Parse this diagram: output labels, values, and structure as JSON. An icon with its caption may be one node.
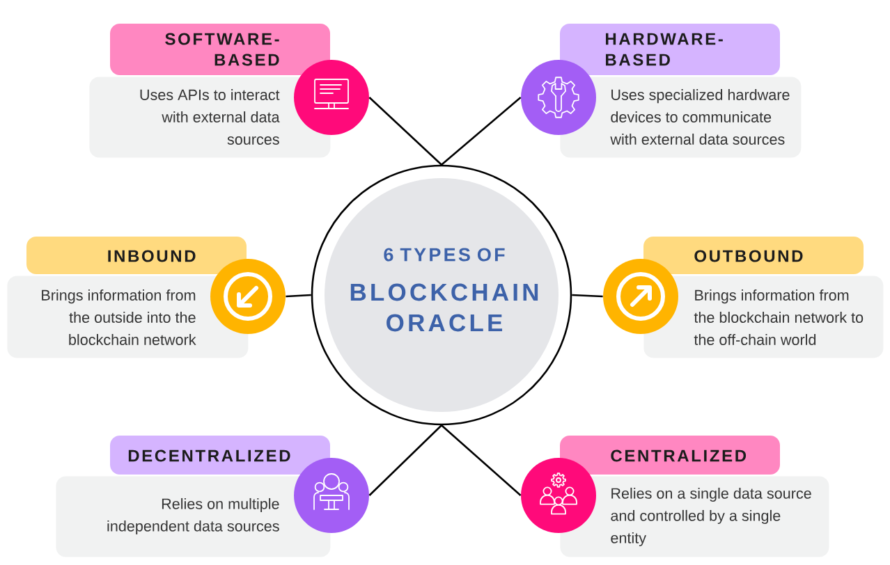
{
  "diagram": {
    "nodes": [
      {
        "text": [
          "6 TYPES OF",
          "BLOCKCHAIN ORACLE"
        ]
      },
      {
        "text": [
          "SOFTWARE-BASED",
          "Uses APIs to interact with external data sources"
        ]
      },
      {
        "text": [],
        "shape": "circle"
      },
      {
        "text": [
          "HARDWARE-BASED",
          "Uses specialized hardware devices to communicate with external data sources"
        ]
      },
      {
        "text": [],
        "shape": "circle"
      },
      {
        "text": [
          "INBOUND",
          "Brings information from the outside into the blockchain network"
        ]
      },
      {
        "text": [],
        "shape": "circle"
      },
      {
        "text": [
          "OUTBOUND",
          "Brings information from the blockchain network to the off-chain world"
        ]
      },
      {
        "text": [],
        "shape": "circle"
      },
      {
        "text": [
          "DECENTRALIZED",
          "Relies on multiple independent data sources"
        ]
      },
      {
        "text": [],
        "shape": "circle"
      },
      {
        "text": [
          "CENTRALIZED",
          "Relies on a single data source and controlled by a single entity"
        ]
      },
      {
        "text": [],
        "shape": "circle"
      }
    ],
    "edges": [
      {
        "from": 0,
        "to": 2,
        "arrow": "none"
      },
      {
        "from": 0,
        "to": 4,
        "arrow": "none"
      },
      {
        "from": 0,
        "to": 6,
        "arrow": "none"
      },
      {
        "from": 0,
        "to": 8,
        "arrow": "none"
      },
      {
        "from": 0,
        "to": 10,
        "arrow": "none"
      },
      {
        "from": 0,
        "to": 12,
        "arrow": "none"
      }
    ]
  }
}
